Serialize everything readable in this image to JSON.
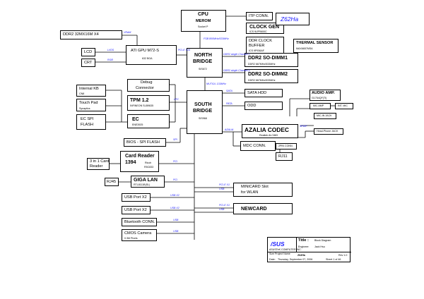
{
  "blocks": {
    "cpu": {
      "title": "CPU",
      "sub": "MEROM",
      "note": "Socket P"
    },
    "itp": {
      "title": "ITP CONN."
    },
    "clock": {
      "title": "CLOCK GEN",
      "sub": "ICS 9LPR600C"
    },
    "ddrclk": {
      "l1": "DDR CLOCK",
      "l2": "BUFFER",
      "sub": "ICS 9P936AF"
    },
    "thermal": {
      "title": "THERMAL SENSOR",
      "sub": "MAX6657MSA"
    },
    "z62ha": {
      "title": "Z62Ha"
    },
    "ddr2_ext": {
      "title": "DDR2 32MX16M X4"
    },
    "gpu": {
      "title": "ATI GPU M72-S",
      "sub": "632 BGA"
    },
    "lcd": {
      "title": "LCD"
    },
    "crt": {
      "title": "CRT"
    },
    "nb": {
      "l1": "NORTH",
      "l2": "BRIDGE",
      "sub": "SIS672"
    },
    "dimm1": {
      "title": "DDR2 SO-DIMM1",
      "sub": "DDR2 667MHz/533MHz"
    },
    "dimm2": {
      "title": "DDR2 SO-DIMM2",
      "sub": "DDR2 667MHz/533MHz"
    },
    "intkb": {
      "title": "Internal KB",
      "sub": "CN8"
    },
    "touchpad": {
      "title": "Touch Pad",
      "sub": "Synaptics"
    },
    "ecspi": {
      "l1": "EC SPI",
      "l2": "FLASH"
    },
    "debug": {
      "l1": "Debug",
      "l2": "Connector"
    },
    "tpm": {
      "title": "TPM 1.2",
      "sub": "INFINEON SLB9635"
    },
    "ec": {
      "title": "EC",
      "sub": "ENE3925"
    },
    "sb": {
      "l1": "SOUTH",
      "l2": "BRIDGE",
      "sub": "SIS968"
    },
    "sata": {
      "title": "SATA HDD"
    },
    "odd": {
      "title": "ODD"
    },
    "audioamp": {
      "title": "AUDIO AMP.",
      "sub": "G1754QF(TI)"
    },
    "micamp": {
      "title": "MIC AMP"
    },
    "intmic": {
      "title": "INT. MIC"
    },
    "micinjack": {
      "title": "MIC-IN JACK"
    },
    "hpjack": {
      "title": "Head-Phone JACK"
    },
    "azalia": {
      "title": "AZALIA CODEC",
      "sub": "Realtek ALC883"
    },
    "mdc": {
      "title": "MDC CONN."
    },
    "conn2pin": {
      "title": "2PIN CONN."
    },
    "rj11": {
      "title": "RJ11"
    },
    "bios": {
      "title": "BIOS - SPI FLASH"
    },
    "cardreader1": {
      "l1": "3 in 1 Card",
      "l2": "Reader"
    },
    "cardreader": {
      "l1": "Card Reader",
      "l2": "1394",
      "sub1": "Ricoh",
      "sub2": "R5C833"
    },
    "rj45": {
      "title": "RJ45"
    },
    "gigalan": {
      "title": "GIGA LAN",
      "sub": "RTL8111B(SL)"
    },
    "minicard": {
      "l1": "MINICARD Slot",
      "l2": "for WLAN"
    },
    "newcard": {
      "title": "NEWCARD"
    },
    "usb1": {
      "title": "USB Port X2"
    },
    "usb2": {
      "title": "USB Port X2"
    },
    "bt": {
      "title": "Bluetooth CONN."
    },
    "cmos": {
      "title": "CMOS Camera",
      "sub": "0.3M Pixels"
    }
  },
  "buses": {
    "vram": "VRAM",
    "lvds": "LVDS",
    "rgb": "RGB",
    "pcie_x16": "PCI-E X16",
    "fsb": "FSB 800MHz/533MHz",
    "ddr2_ch1": "DDR2 single Channel-1",
    "ddr2_ch2": "DDR2 single Channel-2",
    "mutiol": "MUTIOL 133MHz",
    "lpc": "LPC",
    "spi": "SPI",
    "sata_bus": "SATA",
    "pata": "PATA",
    "azalia_bus": "AZALIA",
    "spdif": "SPDIF",
    "pci1": "PCI",
    "pci2": "PCI",
    "pcie_x1a": "PCI-E X1",
    "usb_a": "USB",
    "pcie_x1b": "PCI-E X1",
    "usb_b": "USB",
    "usb_x2a": "USB X2",
    "usb_x2b": "USB X2",
    "usb_c": "USB",
    "usb_d": "USB"
  },
  "title_block": {
    "brand": "/SUS",
    "title_label": "Title :",
    "title_value": "Block Diagram",
    "engineer_label": "Engineer:",
    "engineer_value": "Jack Hsu",
    "company": "ASUSTeK COMPUTER INC.",
    "project_label": "Size   Project Name",
    "project_value": "Z62Ha",
    "date_label": "Date:",
    "date_value": "Thursday, September 07, 2006",
    "sheet": "Sheet 1 of 46",
    "rev": "Rev 1.0"
  },
  "colors": {
    "bus_label": "#1a1aff",
    "line": "#000000",
    "accent_box": "#c0c0c0"
  }
}
